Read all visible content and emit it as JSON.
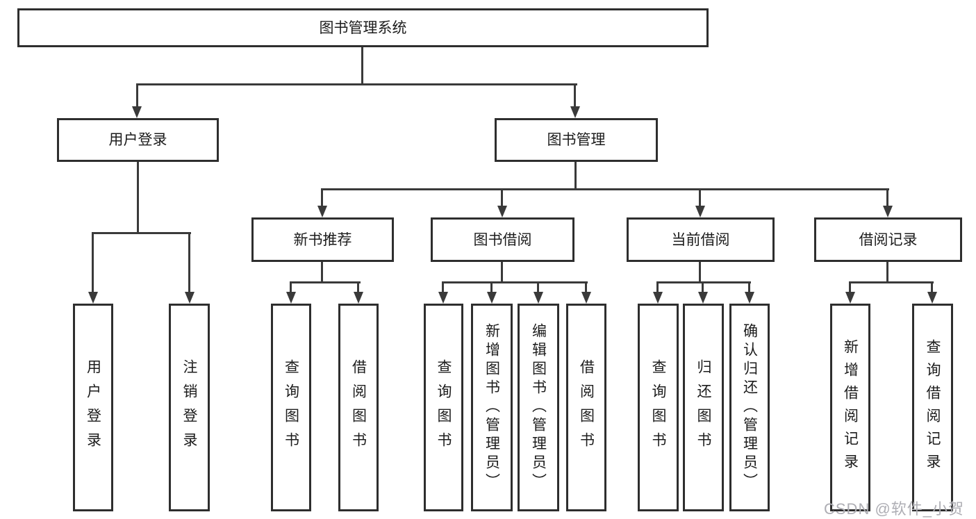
{
  "diagram": {
    "root": {
      "label": "图书管理系统"
    },
    "user_login": {
      "label": "用户登录",
      "children": {
        "login": "用户登录",
        "logout": "注销登录"
      }
    },
    "book_management": {
      "label": "图书管理",
      "children": {
        "new_book_recommend": {
          "label": "新书推荐",
          "children": [
            "查询图书",
            "借阅图书"
          ]
        },
        "book_borrow": {
          "label": "图书借阅",
          "children": [
            "查询图书",
            "新增图书（管理员）",
            "编辑图书（管理员）",
            "借阅图书"
          ]
        },
        "current_borrow": {
          "label": "当前借阅",
          "children": [
            "查询图书",
            "归还图书",
            "确认归还（管理员）"
          ]
        },
        "borrow_records": {
          "label": "借阅记录",
          "children": [
            "新增借阅记录",
            "查询借阅记录"
          ]
        }
      }
    }
  },
  "watermark": "CSDN @软件_小贺同学",
  "colors": {
    "line": "#3a3a3a",
    "box_border": "#2e2e2e",
    "box_fill": "#ffffff",
    "text": "#1c1c1c",
    "watermark": "#aeaeb4"
  }
}
